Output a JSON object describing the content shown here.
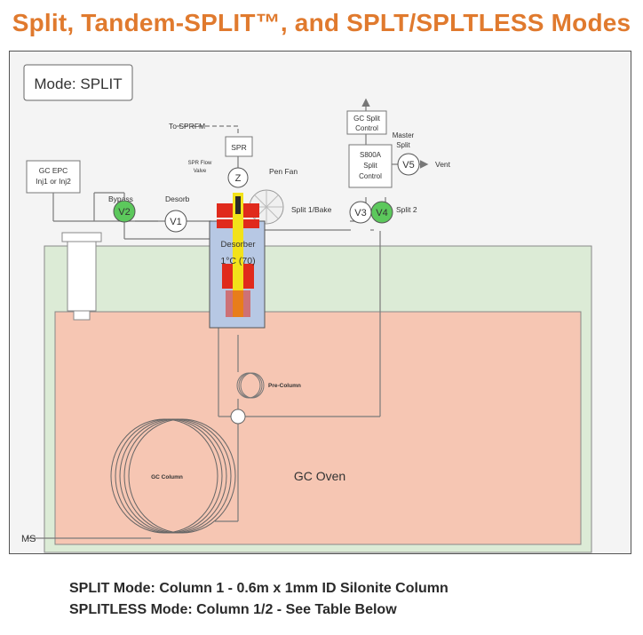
{
  "title": "Split, Tandem-SPLIT™, and SPLT/SPLTLESS Modes",
  "mode_label": "Mode:  SPLIT",
  "components": {
    "gc_epc": [
      "GC EPC",
      "Inj1 or Inj2"
    ],
    "bypass": "Bypass",
    "desorb": "Desorb",
    "to_sprfm": "To SPRFM",
    "spr": "SPR",
    "spr_flow_valve": [
      "SPR Flow",
      "Valve"
    ],
    "pen_fan": "Pen Fan",
    "desorber": "Desorber",
    "desorber_temp": "1°C (70)",
    "split1_bake": "Split 1/Bake",
    "split2": "Split 2",
    "gc_split_control": [
      "GC Split",
      "Control"
    ],
    "s800a_split_control": [
      "S800A",
      "Split",
      "Control"
    ],
    "master_split": [
      "Master",
      "Split"
    ],
    "vent": "Vent",
    "pre_column": "Pre-Column",
    "gc_column": "GC Column",
    "gc_oven": "GC Oven",
    "ms": "MS"
  },
  "valves": {
    "v1": "V1",
    "v2": "V2",
    "v3": "V3",
    "v4": "V4",
    "v5": "V5",
    "z": "Z"
  },
  "colors": {
    "title": "#e07a2e",
    "oven_fill": "#f6c6b3",
    "upper_zone_fill": "#dcebd6",
    "valve_active": "#5cc85c",
    "desorber_red": "#e02a1c",
    "desorber_yellow": "#f2e21a",
    "desorber_body": "#b7c8e4"
  },
  "captions": {
    "line1": "SPLIT Mode: Column 1 - 0.6m x 1mm ID Silonite Column",
    "line2": "SPLITLESS Mode: Column 1/2 - See Table Below"
  }
}
